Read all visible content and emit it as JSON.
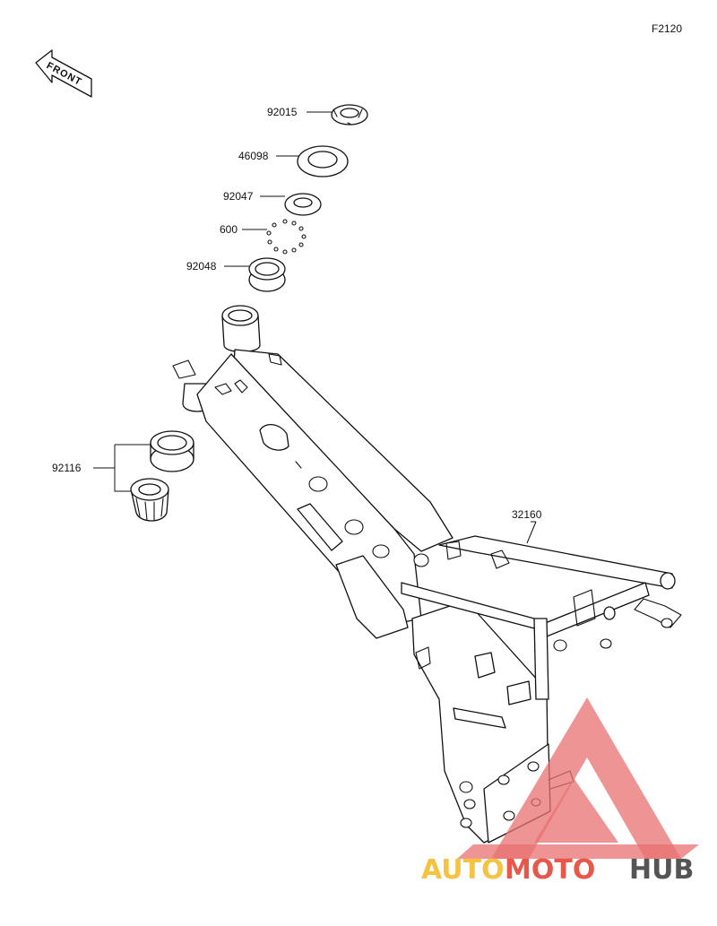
{
  "diagram_code": "F2120",
  "front_label": "FRONT",
  "parts": [
    {
      "number": "92015"
    },
    {
      "number": "46098"
    },
    {
      "number": "92047"
    },
    {
      "number": "600"
    },
    {
      "number": "92048"
    },
    {
      "number": "92116"
    },
    {
      "number": "32160"
    }
  ],
  "watermark": {
    "auto": "AUTO",
    "moto": "MOTO",
    "hub": "HUB",
    "colors": {
      "auto": "#f5c242",
      "moto": "#e8584a",
      "hub": "#555555",
      "triangle": "#e87070"
    }
  }
}
